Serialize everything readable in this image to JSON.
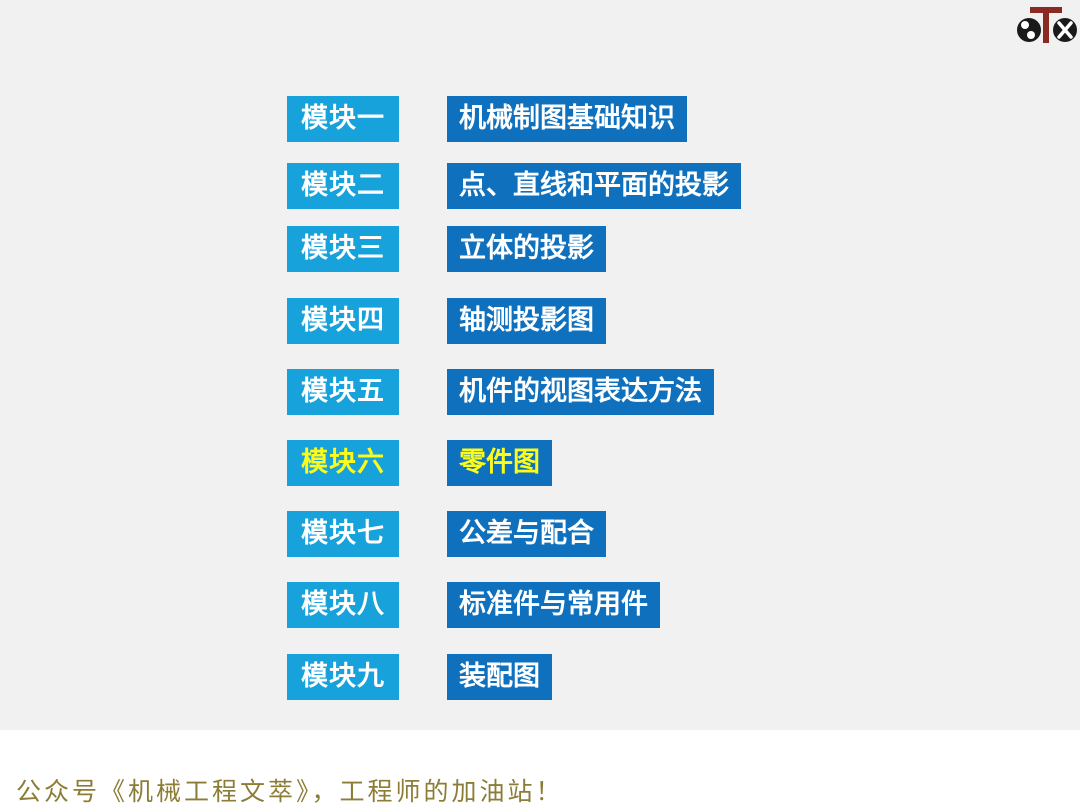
{
  "modules": [
    {
      "label": "模块一",
      "title": "机械制图基础知识",
      "active": false
    },
    {
      "label": "模块二",
      "title": "点、直线和平面的投影",
      "active": false
    },
    {
      "label": "模块三",
      "title": "立体的投影",
      "active": false
    },
    {
      "label": "模块四",
      "title": "轴测投影图",
      "active": false
    },
    {
      "label": "模块五",
      "title": "机件的视图表达方法",
      "active": false
    },
    {
      "label": "模块六",
      "title": "零件图",
      "active": true
    },
    {
      "label": "模块七",
      "title": "公差与配合",
      "active": false
    },
    {
      "label": "模块八",
      "title": "标准件与常用件",
      "active": false
    },
    {
      "label": "模块九",
      "title": "装配图",
      "active": false
    }
  ],
  "colors": {
    "label_bg": "#17a2dc",
    "title_bg": "#0f70bd",
    "active_text": "#fbfb1c",
    "footer_text": "#8c7d36"
  },
  "logo": {
    "icon": "btx-logo-icon"
  },
  "footer": {
    "text": "公众号《机械工程文萃》，工程师的加油站！"
  }
}
